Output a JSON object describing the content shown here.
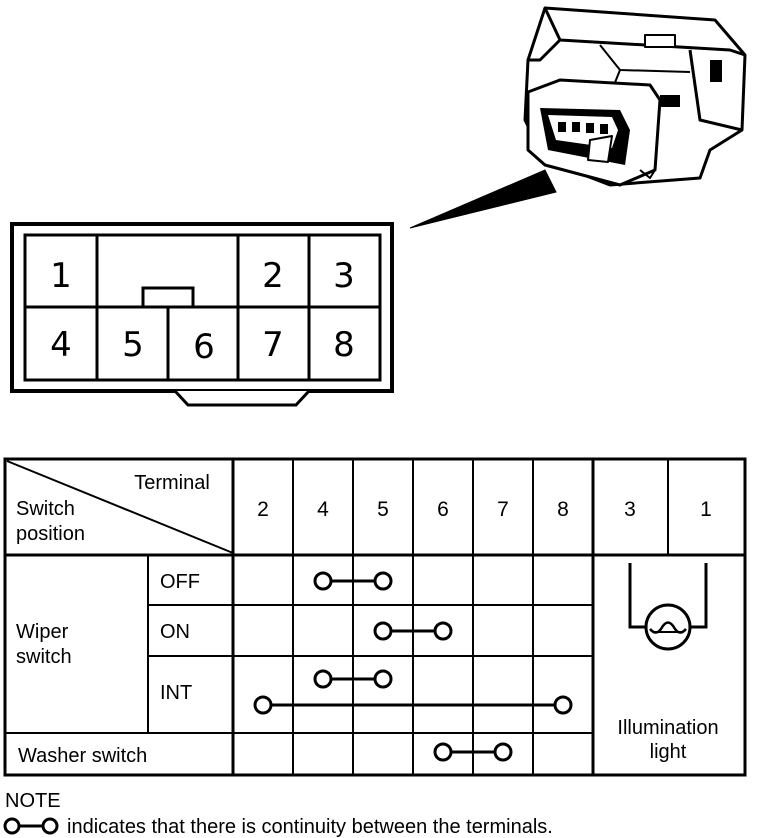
{
  "connector": {
    "pins": [
      "1",
      "2",
      "3",
      "4",
      "5",
      "6",
      "7",
      "8"
    ]
  },
  "table": {
    "header": {
      "corner_top": "Terminal",
      "corner_bottom_1": "Switch",
      "corner_bottom_2": "position",
      "terminals": [
        "2",
        "4",
        "5",
        "6",
        "7",
        "8",
        "3",
        "1"
      ]
    },
    "wiper_switch_1": "Wiper",
    "wiper_switch_2": "switch",
    "positions": [
      "OFF",
      "ON",
      "INT"
    ],
    "washer_switch": "Washer switch",
    "illumination_1": "Illumination",
    "illumination_2": "light",
    "continuity": [
      {
        "position": "OFF",
        "terminals": [
          "4",
          "5"
        ]
      },
      {
        "position": "ON",
        "terminals": [
          "5",
          "6"
        ]
      },
      {
        "position": "INT",
        "terminals": [
          "4",
          "5"
        ]
      },
      {
        "position": "INT",
        "terminals": [
          "2",
          "8"
        ]
      },
      {
        "position": "Washer switch",
        "terminals": [
          "6",
          "7"
        ]
      },
      {
        "position": "Illumination light",
        "terminals": [
          "3",
          "1"
        ]
      }
    ]
  },
  "note": {
    "title": "NOTE",
    "text": "indicates that there is continuity between the terminals."
  }
}
